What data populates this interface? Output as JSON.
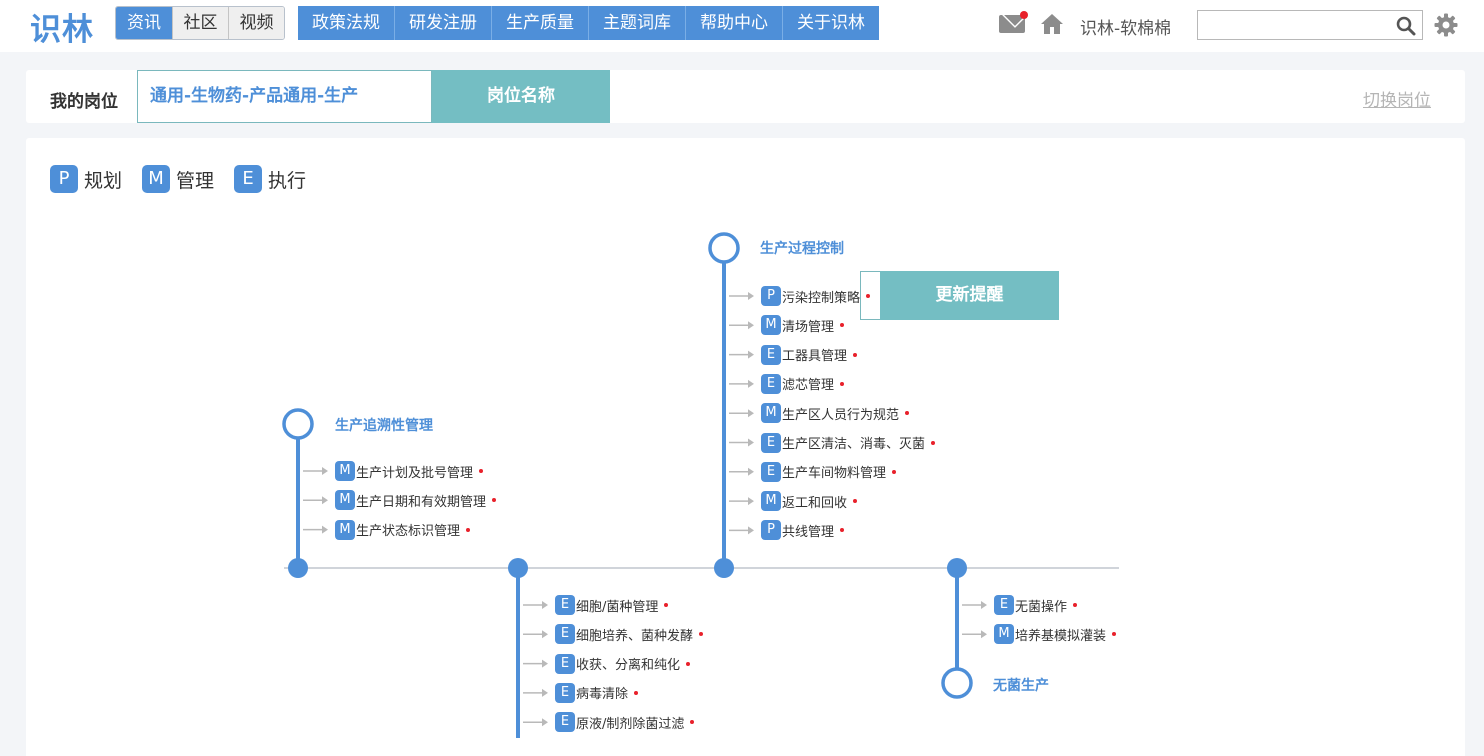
{
  "header": {
    "logo": "识林",
    "segments": [
      "资讯",
      "社区",
      "视频"
    ],
    "nav": [
      "政策法规",
      "研发注册",
      "生产质量",
      "主题词库",
      "帮助中心",
      "关于识林"
    ],
    "user_name": "识林-软棉棉",
    "search_value": "",
    "icons": {
      "mail": "mail-icon",
      "home": "home-icon",
      "search": "search-icon",
      "settings": "gear-icon"
    },
    "colors": {
      "brand": "#4e8fd8",
      "notify": "#e8212b"
    }
  },
  "position": {
    "label": "我的岗位",
    "value": "通用-生物药-产品通用-生产",
    "callout": "岗位名称",
    "switch_label": "切换岗位",
    "callout_color": "#74bec3"
  },
  "legend": [
    {
      "badge": "P",
      "label": "规划"
    },
    {
      "badge": "M",
      "label": "管理"
    },
    {
      "badge": "E",
      "label": "执行"
    }
  ],
  "update_callout": "更新提醒",
  "branches": [
    {
      "title": "生产追溯性管理",
      "items": [
        {
          "type": "M",
          "label": "生产计划及批号管理"
        },
        {
          "type": "M",
          "label": "生产日期和有效期管理"
        },
        {
          "type": "M",
          "label": "生产状态标识管理"
        }
      ]
    },
    {
      "title": "",
      "items": [
        {
          "type": "E",
          "label": "细胞/菌种管理"
        },
        {
          "type": "E",
          "label": "细胞培养、菌种发酵"
        },
        {
          "type": "E",
          "label": "收获、分离和纯化"
        },
        {
          "type": "E",
          "label": "病毒清除"
        },
        {
          "type": "E",
          "label": "原液/制剂除菌过滤"
        }
      ]
    },
    {
      "title": "生产过程控制",
      "items": [
        {
          "type": "P",
          "label": "污染控制策略"
        },
        {
          "type": "M",
          "label": "清场管理"
        },
        {
          "type": "E",
          "label": "工器具管理"
        },
        {
          "type": "E",
          "label": "滤芯管理"
        },
        {
          "type": "M",
          "label": "生产区人员行为规范"
        },
        {
          "type": "E",
          "label": "生产区清洁、消毒、灭菌"
        },
        {
          "type": "E",
          "label": "生产车间物料管理"
        },
        {
          "type": "M",
          "label": "返工和回收"
        },
        {
          "type": "P",
          "label": "共线管理"
        }
      ]
    },
    {
      "title": "无菌生产",
      "items": [
        {
          "type": "E",
          "label": "无菌操作"
        },
        {
          "type": "M",
          "label": "培养基模拟灌装"
        }
      ]
    }
  ]
}
